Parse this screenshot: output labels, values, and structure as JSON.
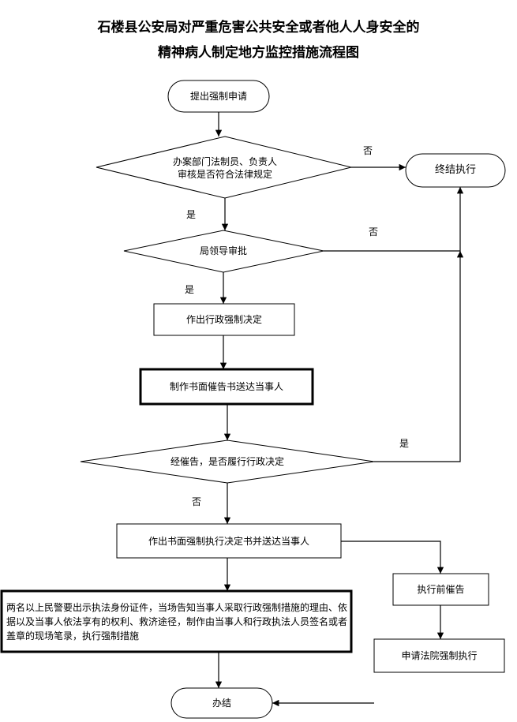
{
  "title": {
    "line1": "石楼县公安局对严重危害公共安全或者他人人身安全的",
    "line2": "精神病人制定地方监控措施流程图"
  },
  "nodes": {
    "start": "提出强制申请",
    "review_line1": "办案部门法制员、负责人",
    "review_line2": "审核是否符合法律规定",
    "terminate": "终结执行",
    "leader": "局领导审批",
    "decision": "作出行政强制决定",
    "notice": "制作书面催告书送达当事人",
    "comply": "经催告，是否履行行政决定",
    "written_decision": "作出书面强制执行决定书并送达当事人",
    "enforce": "两名以上民警要出示执法身份证件，当场告知当事人采取行政强制措施的理由、依据以及当事人依法享有的权利、救济途径，制作由当事人和行政执法人员签名或者盖章的现场笔录，执行强制措施",
    "pre_notice": "执行前催告",
    "court": "申请法院强制执行",
    "end": "办结"
  },
  "edges": {
    "review_no": "否",
    "review_yes": "是",
    "leader_no": "否",
    "leader_yes": "是",
    "comply_yes": "是",
    "comply_no": "否"
  }
}
